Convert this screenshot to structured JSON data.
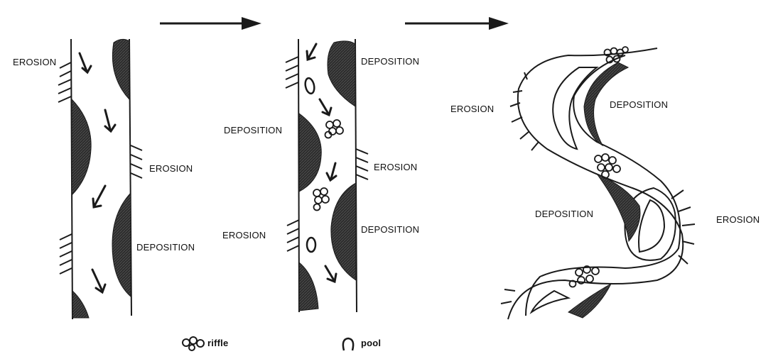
{
  "stage1": {
    "labels": [
      "EROSION",
      "EROSION",
      "DEPOSITION"
    ]
  },
  "stage2": {
    "labels": [
      "DEPOSITION",
      "DEPOSITION",
      "EROSION",
      "EROSION",
      "DEPOSITION"
    ]
  },
  "stage3": {
    "labels": [
      "EROSION",
      "DEPOSITION",
      "DEPOSITION",
      "EROSION"
    ]
  },
  "legend": {
    "riffle_label": "riffle",
    "pool_label": "pool",
    "riffle_icon": "riffle-icon",
    "pool_icon": "pool-icon"
  },
  "colors": {
    "ink": "#1a1a1a",
    "deposit_fill": "#3a3a3a",
    "background": "#ffffff"
  }
}
